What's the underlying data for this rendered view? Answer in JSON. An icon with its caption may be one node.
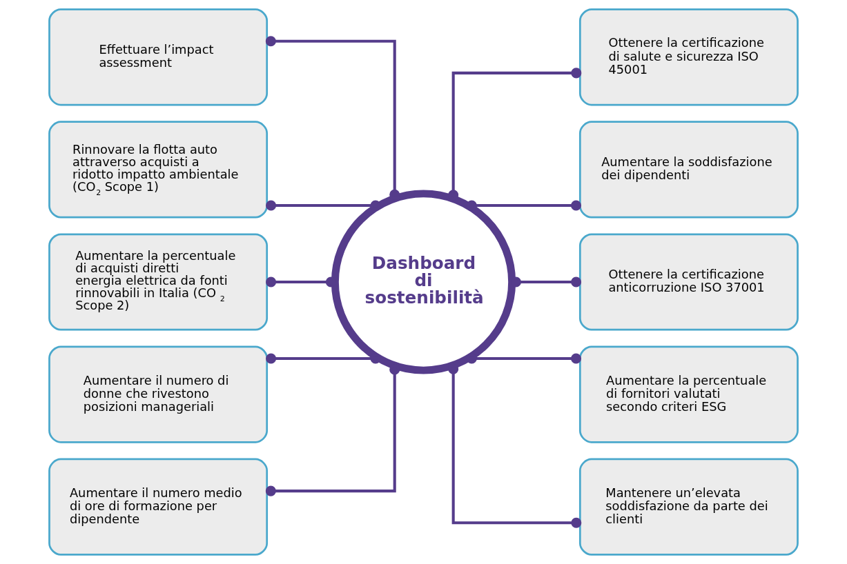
{
  "diagram": {
    "nodes": [
      {
        "text": [
          "Effettuare l’impact assessment"
        ]
      },
      {
        "text": [
          "Rinnovare la flotta auto attraverso acquisti a ridotto impatto ambientale (CO$_{2}$ Scope 1)"
        ]
      },
      {
        "text": [
          "Aumentare la percentuale di acquisti diretti energia elettrica da fonti rinnovabili in Italia (CO$_{2}$ Scope 2)"
        ]
      },
      {
        "text": [
          "Aumentare il numero di donne che rivestono posizioni manageriali"
        ]
      },
      {
        "text": [
          "Aumentare il numero medio di ore di formazione per dipendente"
        ]
      },
      {
        "text": [
          "Dashboard di sostenibilità"
        ]
      },
      {
        "text": [
          "Ottenere la certificazione di salute e sicurezza ISO 45001"
        ]
      },
      {
        "text": [
          "Aumentare la soddisfazione dei dipendenti"
        ]
      },
      {
        "text": [
          "Ottenere la certificazione anticorruzione ISO 37001"
        ]
      },
      {
        "text": [
          "Aumentare la percentuale di fornitori valutati secondo criteri ESG"
        ]
      },
      {
        "text": [
          "Mantenere un’elevata soddisfazione da parte dei clienti"
        ]
      }
    ],
    "edges": [
      {
        "from": 0,
        "to": 5,
        "arrow": "other"
      },
      {
        "from": 1,
        "to": 5,
        "arrow": "other"
      },
      {
        "from": 2,
        "to": 5,
        "arrow": "other"
      },
      {
        "from": 3,
        "to": 5,
        "arrow": "other"
      },
      {
        "from": 4,
        "to": 5,
        "arrow": "other"
      },
      {
        "from": 5,
        "to": 6,
        "arrow": "other"
      },
      {
        "from": 5,
        "to": 7,
        "arrow": "other"
      },
      {
        "from": 5,
        "to": 8,
        "arrow": "other"
      },
      {
        "from": 5,
        "to": 9,
        "arrow": "other"
      },
      {
        "from": 5,
        "to": 10,
        "arrow": "other"
      }
    ]
  }
}
